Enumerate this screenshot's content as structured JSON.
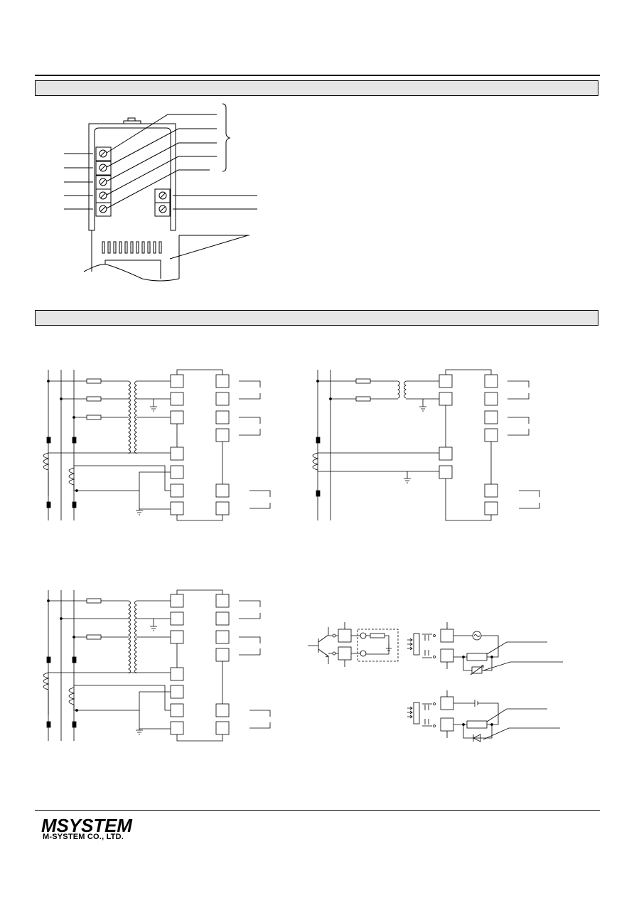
{
  "header": {
    "section_bars": 2
  },
  "footer": {
    "company_name": "M-SYSTEM CO., LTD.",
    "logo_text": "MSYSTEM"
  },
  "colors": {
    "ink": "#000000",
    "bar_fill": "#e6e6e6",
    "ground": "#000000"
  }
}
